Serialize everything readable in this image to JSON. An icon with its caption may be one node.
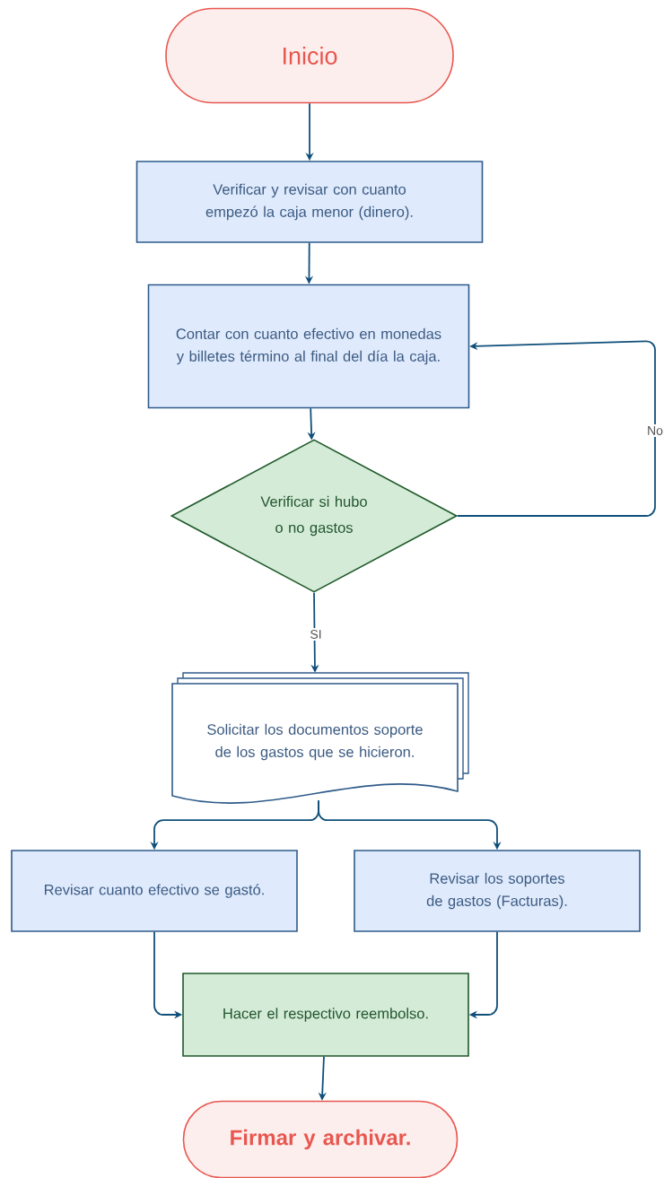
{
  "diagram": {
    "nodes": [
      {
        "text": [
          "Inicio"
        ]
      },
      {
        "text": [
          "Verificar y revisar con cuanto empezó la caja menor (dinero)."
        ]
      },
      {
        "text": [
          "Contar con cuanto efectivo en monedas y billetes término al final del día la caja."
        ]
      },
      {
        "text": [
          "Verificar si hubo o no gastos"
        ]
      },
      {
        "text": [
          "Solicitar los documentos soporte de los gastos que se hicieron."
        ]
      },
      {
        "text": [
          "Revisar cuanto efectivo se gastó."
        ]
      },
      {
        "text": [
          "Revisar los soportes de gastos (Facturas)."
        ]
      },
      {
        "text": [
          "Hacer el respectivo reembolso."
        ]
      },
      {
        "text": [
          "Firmar y archivar."
        ]
      }
    ],
    "edges": [
      {
        "from": 0,
        "to": 1,
        "arrow": "to"
      },
      {
        "from": 1,
        "to": 2,
        "arrow": "to"
      },
      {
        "from": 2,
        "to": 3,
        "arrow": "to"
      },
      {
        "from": 3,
        "to": 2,
        "arrow": "to",
        "label": "No"
      },
      {
        "from": 3,
        "to": 4,
        "arrow": "to",
        "label": "SI"
      },
      {
        "from": 4,
        "to": 5,
        "arrow": "to"
      },
      {
        "from": 4,
        "to": 6,
        "arrow": "to"
      },
      {
        "from": 5,
        "to": 7,
        "arrow": "to"
      },
      {
        "from": 6,
        "to": 7,
        "arrow": "to"
      },
      {
        "from": 7,
        "to": 8,
        "arrow": "to"
      }
    ]
  }
}
